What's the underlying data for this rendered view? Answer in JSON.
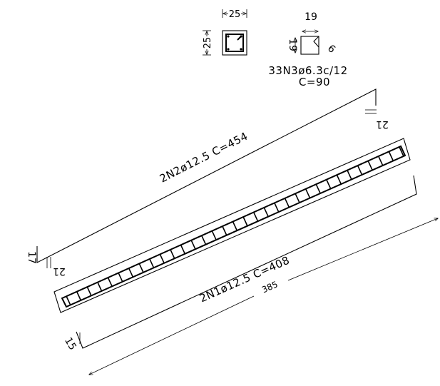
{
  "section": {
    "width_label": "25",
    "height_label": "25"
  },
  "stirrup": {
    "width_label": "19",
    "height_label": "19",
    "hook_label": "6",
    "callout": "33N3ø6.3c/12",
    "length": "C=90",
    "count": 33
  },
  "top_bar": {
    "callout": "2N2ø12.5  C=454",
    "end_hook_right": "21",
    "end_hook_left": "21",
    "left_rise": "17"
  },
  "bottom_bar": {
    "callout": "2N1ø12.5  C=408",
    "left_rise": "15"
  },
  "beam": {
    "span_label": "385"
  },
  "colors": {
    "line": "#000000",
    "background": "#ffffff"
  }
}
